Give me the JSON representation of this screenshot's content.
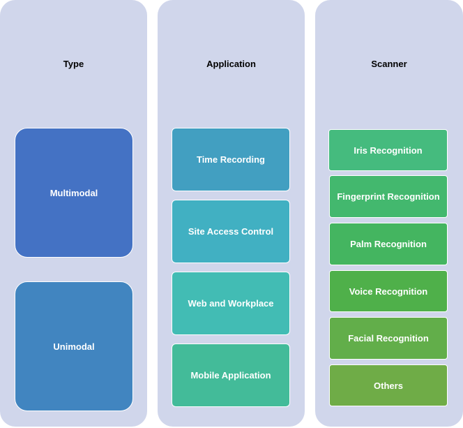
{
  "columns": {
    "type": {
      "header": "Type",
      "items": [
        {
          "label": "Multimodal",
          "color": "#4472c4"
        },
        {
          "label": "Unimodal",
          "color": "#4185c0"
        }
      ]
    },
    "application": {
      "header": "Application",
      "items": [
        {
          "label": "Time Recording",
          "color": "#429fc1"
        },
        {
          "label": "Site Access Control",
          "color": "#41b0c2"
        },
        {
          "label": "Web and Workplace",
          "color": "#42bcb4"
        },
        {
          "label": "Mobile Application",
          "color": "#43bb99"
        }
      ]
    },
    "scanner": {
      "header": "Scanner",
      "items": [
        {
          "label": "Iris Recognition",
          "color": "#45bb7e"
        },
        {
          "label": "Fingerprint Recognition",
          "color": "#43b86e"
        },
        {
          "label": "Palm Recognition",
          "color": "#44b560"
        },
        {
          "label": "Voice Recognition",
          "color": "#4fb04a"
        },
        {
          "label": "Facial Recognition",
          "color": "#62ae4a"
        },
        {
          "label": "Others",
          "color": "#6fac47"
        }
      ]
    }
  }
}
